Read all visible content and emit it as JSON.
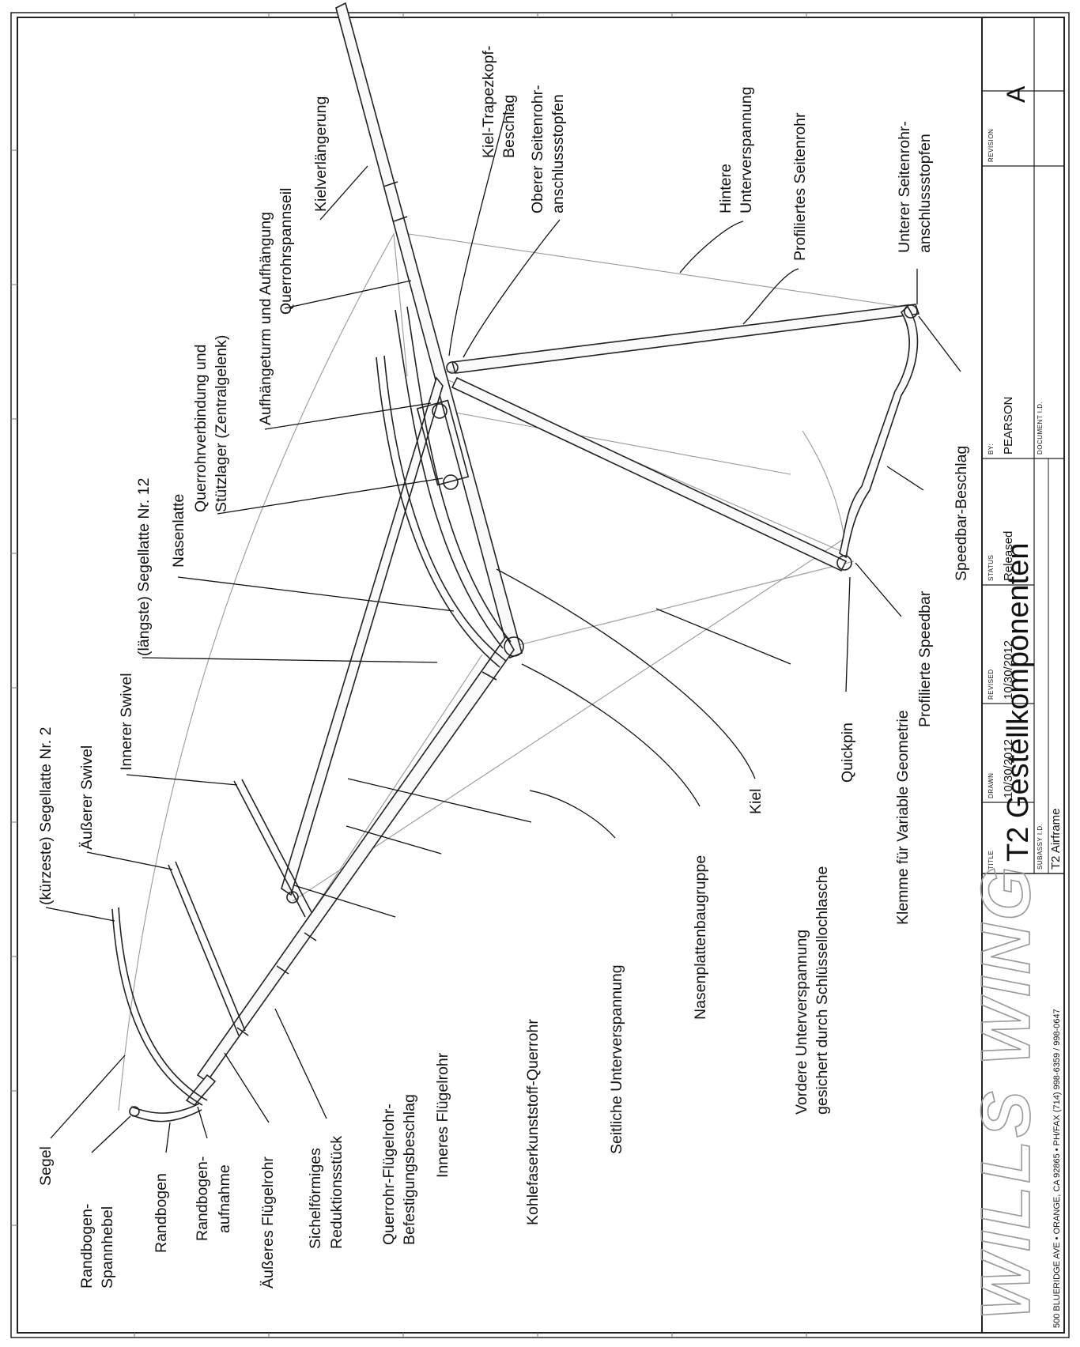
{
  "drawing": {
    "title_heading": "TITLE",
    "title": "T2 Gestellkomponenten",
    "document_id_heading": "DOCUMENT I.D.",
    "document_id": "",
    "subassembly_heading": "SUBASSY I.D.",
    "subassembly": "T2 Airframe",
    "drawn_heading": "DRAWN",
    "drawn_date": "10/30/2012",
    "revised_heading": "REVISED",
    "revised_date": "10/30/2012",
    "status_heading": "STATUS",
    "status": "Released",
    "by_heading": "BY:",
    "by": "PEARSON",
    "revision_heading": "REVISION",
    "revision": "A",
    "company_address": "500 BLUERIDGE AVE • ORANGE, CA 92865 • PH/FAX (714) 998-6359 / 998-0647",
    "company_logo": "WILLS WING"
  },
  "labels": {
    "segel": "Segel",
    "randbogen_spannhebel_1": "Randbogen-",
    "randbogen_spannhebel_2": "Spannhebel",
    "randbogen": "Randbogen",
    "randbogen_aufnahme_1": "Randbogen-",
    "randbogen_aufnahme_2": "aufnahme",
    "aeusseres_fluegelrohr": "Äußeres Flügelrohr",
    "sichelfoermiges_1": "Sichelförmiges",
    "sichelfoermiges_2": "Reduktionsstück",
    "querrohr_fluegelrohr_1": "Querrohr-Flügelrohr-",
    "querrohr_fluegelrohr_2": "Befestigungsbeschlag",
    "inneres_fluegelrohr": "Inneres Flügelrohr",
    "kohlefaser_querrohr": "Kohlefaserkunststoff-Querrohr",
    "seitliche_unterspannung": "Seitliche Unterverspannung",
    "nasenplattenbaugruppe": "Nasenplattenbaugruppe",
    "vordere_unterspannung_1": "Vordere Unterverspannung",
    "vordere_unterspannung_2": "gesichert durch Schlüssellochlasche",
    "kiel": "Kiel",
    "quickpin": "Quickpin",
    "klemme_vg": "Klemme für Variable Geometrie",
    "profilierte_speedbar": "Profilierte Speedbar",
    "speedbar_beschlag": "Speedbar-Beschlag",
    "unterer_seitenrohr_1": "Unterer Seitenrohr-",
    "unterer_seitenrohr_2": "anschlussstopfen",
    "profiliertes_seitenrohr": "Profiliertes Seitenrohr",
    "hintere_unterspannung_1": "Hintere",
    "hintere_unterspannung_2": "Unterverspannung",
    "oberer_seitenrohr_1": "Oberer Seitenrohr-",
    "oberer_seitenrohr_2": "anschlussstopfen",
    "kiel_trapezkopf_1": "Kiel-Trapezkopf-",
    "kiel_trapezkopf_2": "Beschlag",
    "kielverlaengerung": "Kielverlängerung",
    "querrohrspannseil": "Querrohrspannseil",
    "aufhaengeturm": "Aufhängeturm und Aufhängung",
    "querrohrverbindung_1": "Querrohrverbindung und",
    "querrohrverbindung_2": "Stützlager (Zentralgelenk)",
    "nasenlatte": "Nasenlatte",
    "laengste_segellatte": "(längste) Segellatte Nr. 12",
    "innerer_swivel": "Innerer Swivel",
    "aeusserer_swivel": "Äußerer Swivel",
    "kuerzeste_segellatte": "(kürzeste) Segellatte Nr. 2"
  }
}
